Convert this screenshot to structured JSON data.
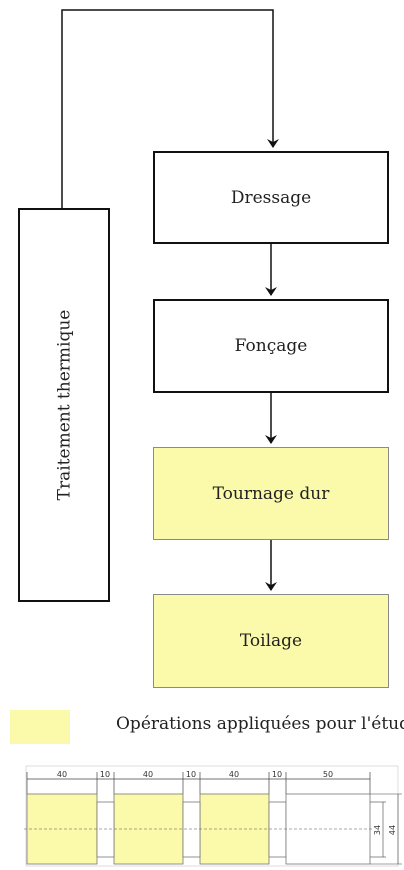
{
  "flowchart": {
    "steps": [
      {
        "label": "Dressage",
        "highlighted": false
      },
      {
        "label": "Fonçage",
        "highlighted": false
      },
      {
        "label": "Tournage dur",
        "highlighted": true
      },
      {
        "label": "Toilage",
        "highlighted": true
      }
    ],
    "loop_step": {
      "label": "Traitement thermique"
    }
  },
  "legend": {
    "label": "Opérations appliquées pour l'étude",
    "color": "#fafaaa"
  },
  "drawing": {
    "segment_lengths": [
      "40",
      "10",
      "40",
      "10",
      "40",
      "10",
      "50"
    ],
    "inner_diameter": "34",
    "outer_diameter": "44"
  },
  "colors": {
    "highlight": "#fafaaa",
    "line": "#111111"
  }
}
